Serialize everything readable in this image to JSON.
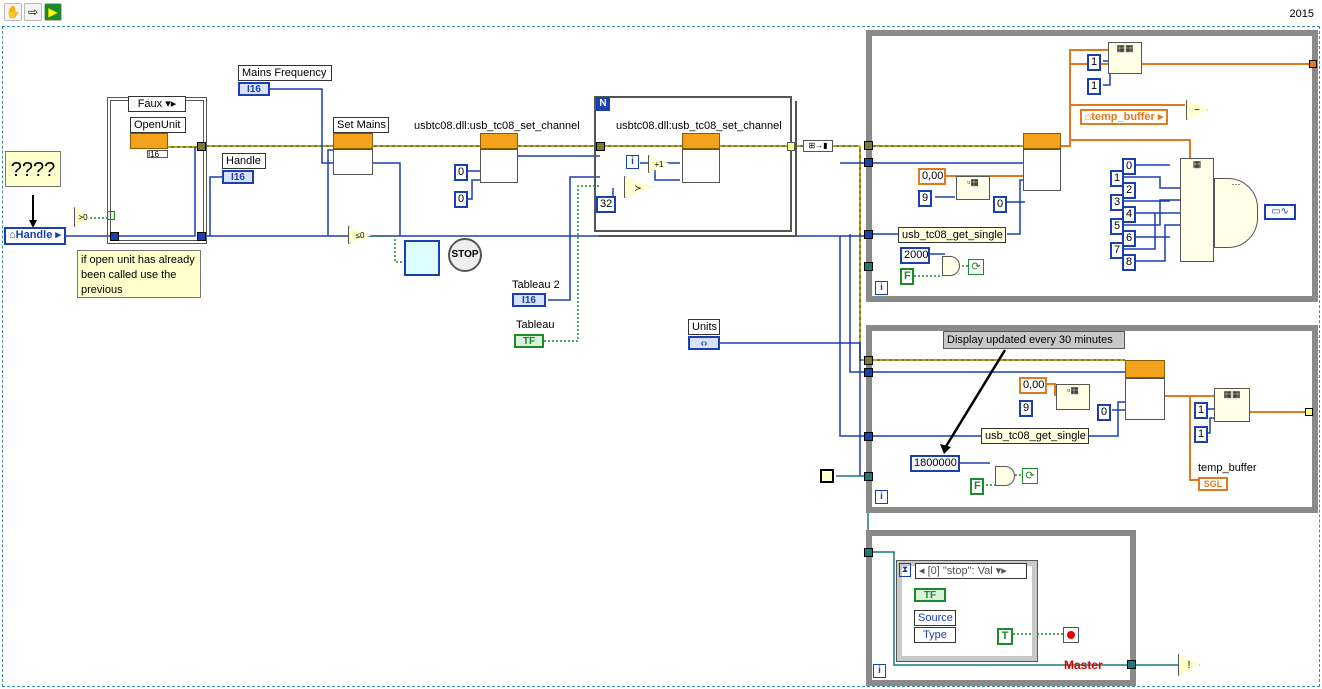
{
  "toolbar": {
    "year": "2015"
  },
  "labels": {
    "mains_frequency": "Mains Frequency",
    "openunit": "OpenUnit",
    "handle_out": "Handle",
    "set_mains": "Set Mains",
    "set_channel_1": "usbtc08.dll:usb_tc08_set_channel",
    "set_channel_2": "usbtc08.dll:usb_tc08_set_channel",
    "tableau2": "Tableau 2",
    "tableau": "Tableau",
    "units": "Units",
    "get_single_1": "usb_tc08_get_single",
    "get_single_2": "usb_tc08_get_single",
    "temp_buffer_local": "temp_buffer",
    "temp_buffer": "temp_buffer",
    "master": "Master",
    "handle_in": "Handle"
  },
  "comments": {
    "question": "????",
    "open_unit_note": "if open unit has already been called use the previous",
    "display_note": "Display updated every 30 minutes"
  },
  "case": {
    "selector": "Faux"
  },
  "for_loop": {
    "count_terminal": "N"
  },
  "event": {
    "selector": "[0] \"stop\": Val",
    "source": "Source",
    "type": "Type"
  },
  "constants": {
    "c0a": "0",
    "c0b": "0",
    "c32": "32",
    "c0c": "0",
    "c0d": "0",
    "d1": "0,00",
    "n9a": "9",
    "d2": "0,00",
    "n9b": "9",
    "ms2000": "2000",
    "ms1800000": "1800000",
    "i1a": "1",
    "i1b": "1",
    "i1c": "1",
    "i1d": "1",
    "a0": "0",
    "a1": "1",
    "a2": "2",
    "a3": "3",
    "a4": "4",
    "a5": "5",
    "a6": "6",
    "a7": "7",
    "a8": "8",
    "f1": "F",
    "f2": "F",
    "t1": "T"
  },
  "types": {
    "i16": "I16",
    "tf": "TF",
    "sgl": "SGL",
    "enum": "‹›"
  },
  "glyphs": {
    "iter": "i",
    "stop": "STOP"
  },
  "colors": {
    "int_wire": "#1a3fb0",
    "dbl_wire": "#e07a1a",
    "bool_wire": "#1c8a2a",
    "error_wire": "#b5a200",
    "border": "#3a8fa8"
  }
}
